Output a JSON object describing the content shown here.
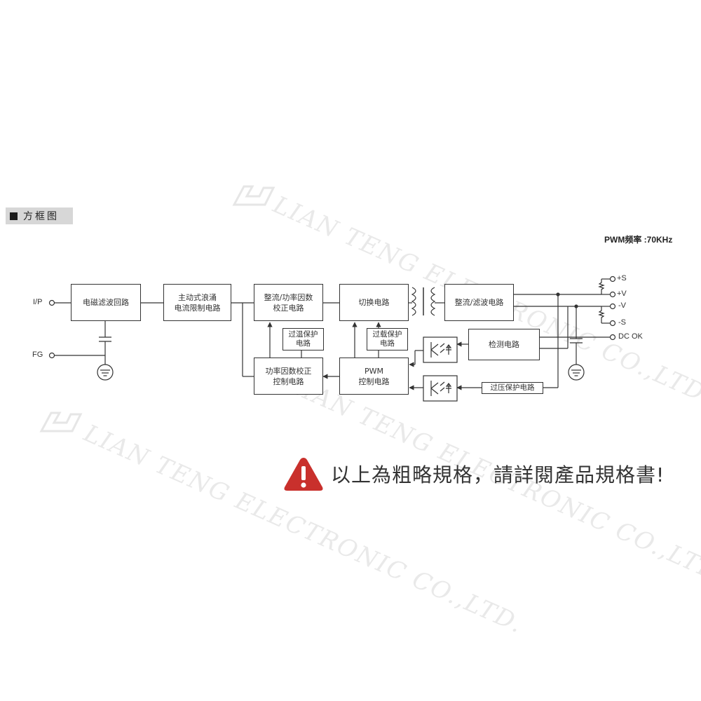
{
  "section_title": "方框图",
  "pwm_frequency": "PWM频率 :70KHz",
  "watermark": "LIAN TENG ELECTRONIC CO.,LTD.",
  "blocks": {
    "emi_filter": [
      "电磁滤波回路"
    ],
    "inrush_limit": [
      "主动式浪涌",
      "电流限制电路"
    ],
    "rectifier_pfc": [
      "整流/功率因数",
      "校正电路"
    ],
    "switching": [
      "切换电路"
    ],
    "output_rectifier": [
      "整流/滤波电路"
    ],
    "otp": [
      "过温保护",
      "电路"
    ],
    "olp": [
      "过载保护",
      "电路"
    ],
    "pfc_control": [
      "功率因数校正",
      "控制电路"
    ],
    "pwm_control": [
      "PWM",
      "控制电路"
    ],
    "detection": [
      "检测电路"
    ],
    "ovp": [
      "过压保护电路"
    ]
  },
  "pins": {
    "input": "I/P",
    "fg": "FG",
    "plus_s": "+S",
    "plus_v": "+V",
    "minus_v": "-V",
    "minus_s": "-S",
    "dc_ok": "DC OK"
  },
  "notice": "以上為粗略規格，請詳閱產品規格書!",
  "colors": {
    "line": "#333333",
    "warning": "#c9302c",
    "header_bg": "#d7d7d7",
    "watermark": "#e9e9e9"
  }
}
